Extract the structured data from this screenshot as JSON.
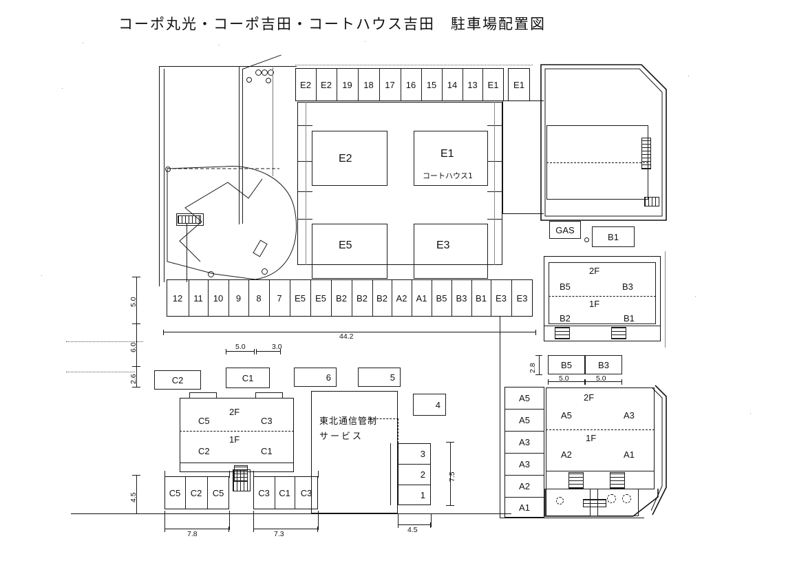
{
  "title": "コーポ丸光・コーポ吉田・コートハウス吉田　駐車場配置図",
  "top_row": {
    "name": "top-parking-row",
    "stalls": [
      "E2",
      "E2",
      "19",
      "18",
      "17",
      "16",
      "15",
      "14",
      "13",
      "E1"
    ],
    "detached_stall": "E1"
  },
  "middle_row": {
    "name": "middle-parking-row",
    "stalls": [
      "12",
      "11",
      "10",
      "9",
      "8",
      "7",
      "E5",
      "E5",
      "B2",
      "B2",
      "B2",
      "A2",
      "A1",
      "B5",
      "B3",
      "B1",
      "E3",
      "E3"
    ],
    "overall_width": "44.2"
  },
  "center_buildings": [
    {
      "label": "E2",
      "sub": ""
    },
    {
      "label": "E1",
      "sub": "コートハウス1"
    },
    {
      "label": "E5",
      "sub": ""
    },
    {
      "label": "E3",
      "sub": ""
    }
  ],
  "right_block": {
    "gas_label": "GAS",
    "b1_box": "B1",
    "building": {
      "floor2": "2F",
      "floor1": "1F",
      "units_2f": [
        "B5",
        "B3"
      ],
      "units_1f": [
        "B2",
        "B1"
      ]
    },
    "stalls_below": [
      "B5",
      "B3"
    ],
    "stall_height": "2.8",
    "stall_widths": [
      "5.0",
      "5.0"
    ]
  },
  "a_block": {
    "column_stalls": [
      "A5",
      "A5",
      "A3",
      "A3",
      "A2",
      "A1"
    ],
    "building": {
      "floor2": "2F",
      "floor1": "1F",
      "units_2f": [
        "A5",
        "A3"
      ],
      "units_1f": [
        "A2",
        "A1"
      ]
    }
  },
  "c_block": {
    "top_stalls": [
      "C2",
      "C1"
    ],
    "top_dims": [
      "5.0",
      "3.0"
    ],
    "building": {
      "floor2": "2F",
      "floor1": "1F",
      "units_2f": [
        "C5",
        "C3"
      ],
      "units_1f": [
        "C2",
        "C1"
      ]
    },
    "bottom_left_stalls": [
      "C5",
      "C2",
      "C5"
    ],
    "bottom_right_stalls": [
      "C3",
      "C1",
      "C3"
    ],
    "bottom_left_dim": "7.8",
    "bottom_right_dim": "7.3"
  },
  "center_boxes": {
    "box6": "6",
    "box5": "5",
    "box4": "4",
    "stack": [
      "3",
      "2",
      "1"
    ],
    "stack_height_dim": "7.5",
    "stack_width_dim": "4.5"
  },
  "facility_text": {
    "line1": "東北通信管制",
    "line2": "サービス"
  },
  "left_dims": {
    "d1": "5.0",
    "d2": "6.0",
    "d3": "2.6",
    "d4": "4.5"
  }
}
